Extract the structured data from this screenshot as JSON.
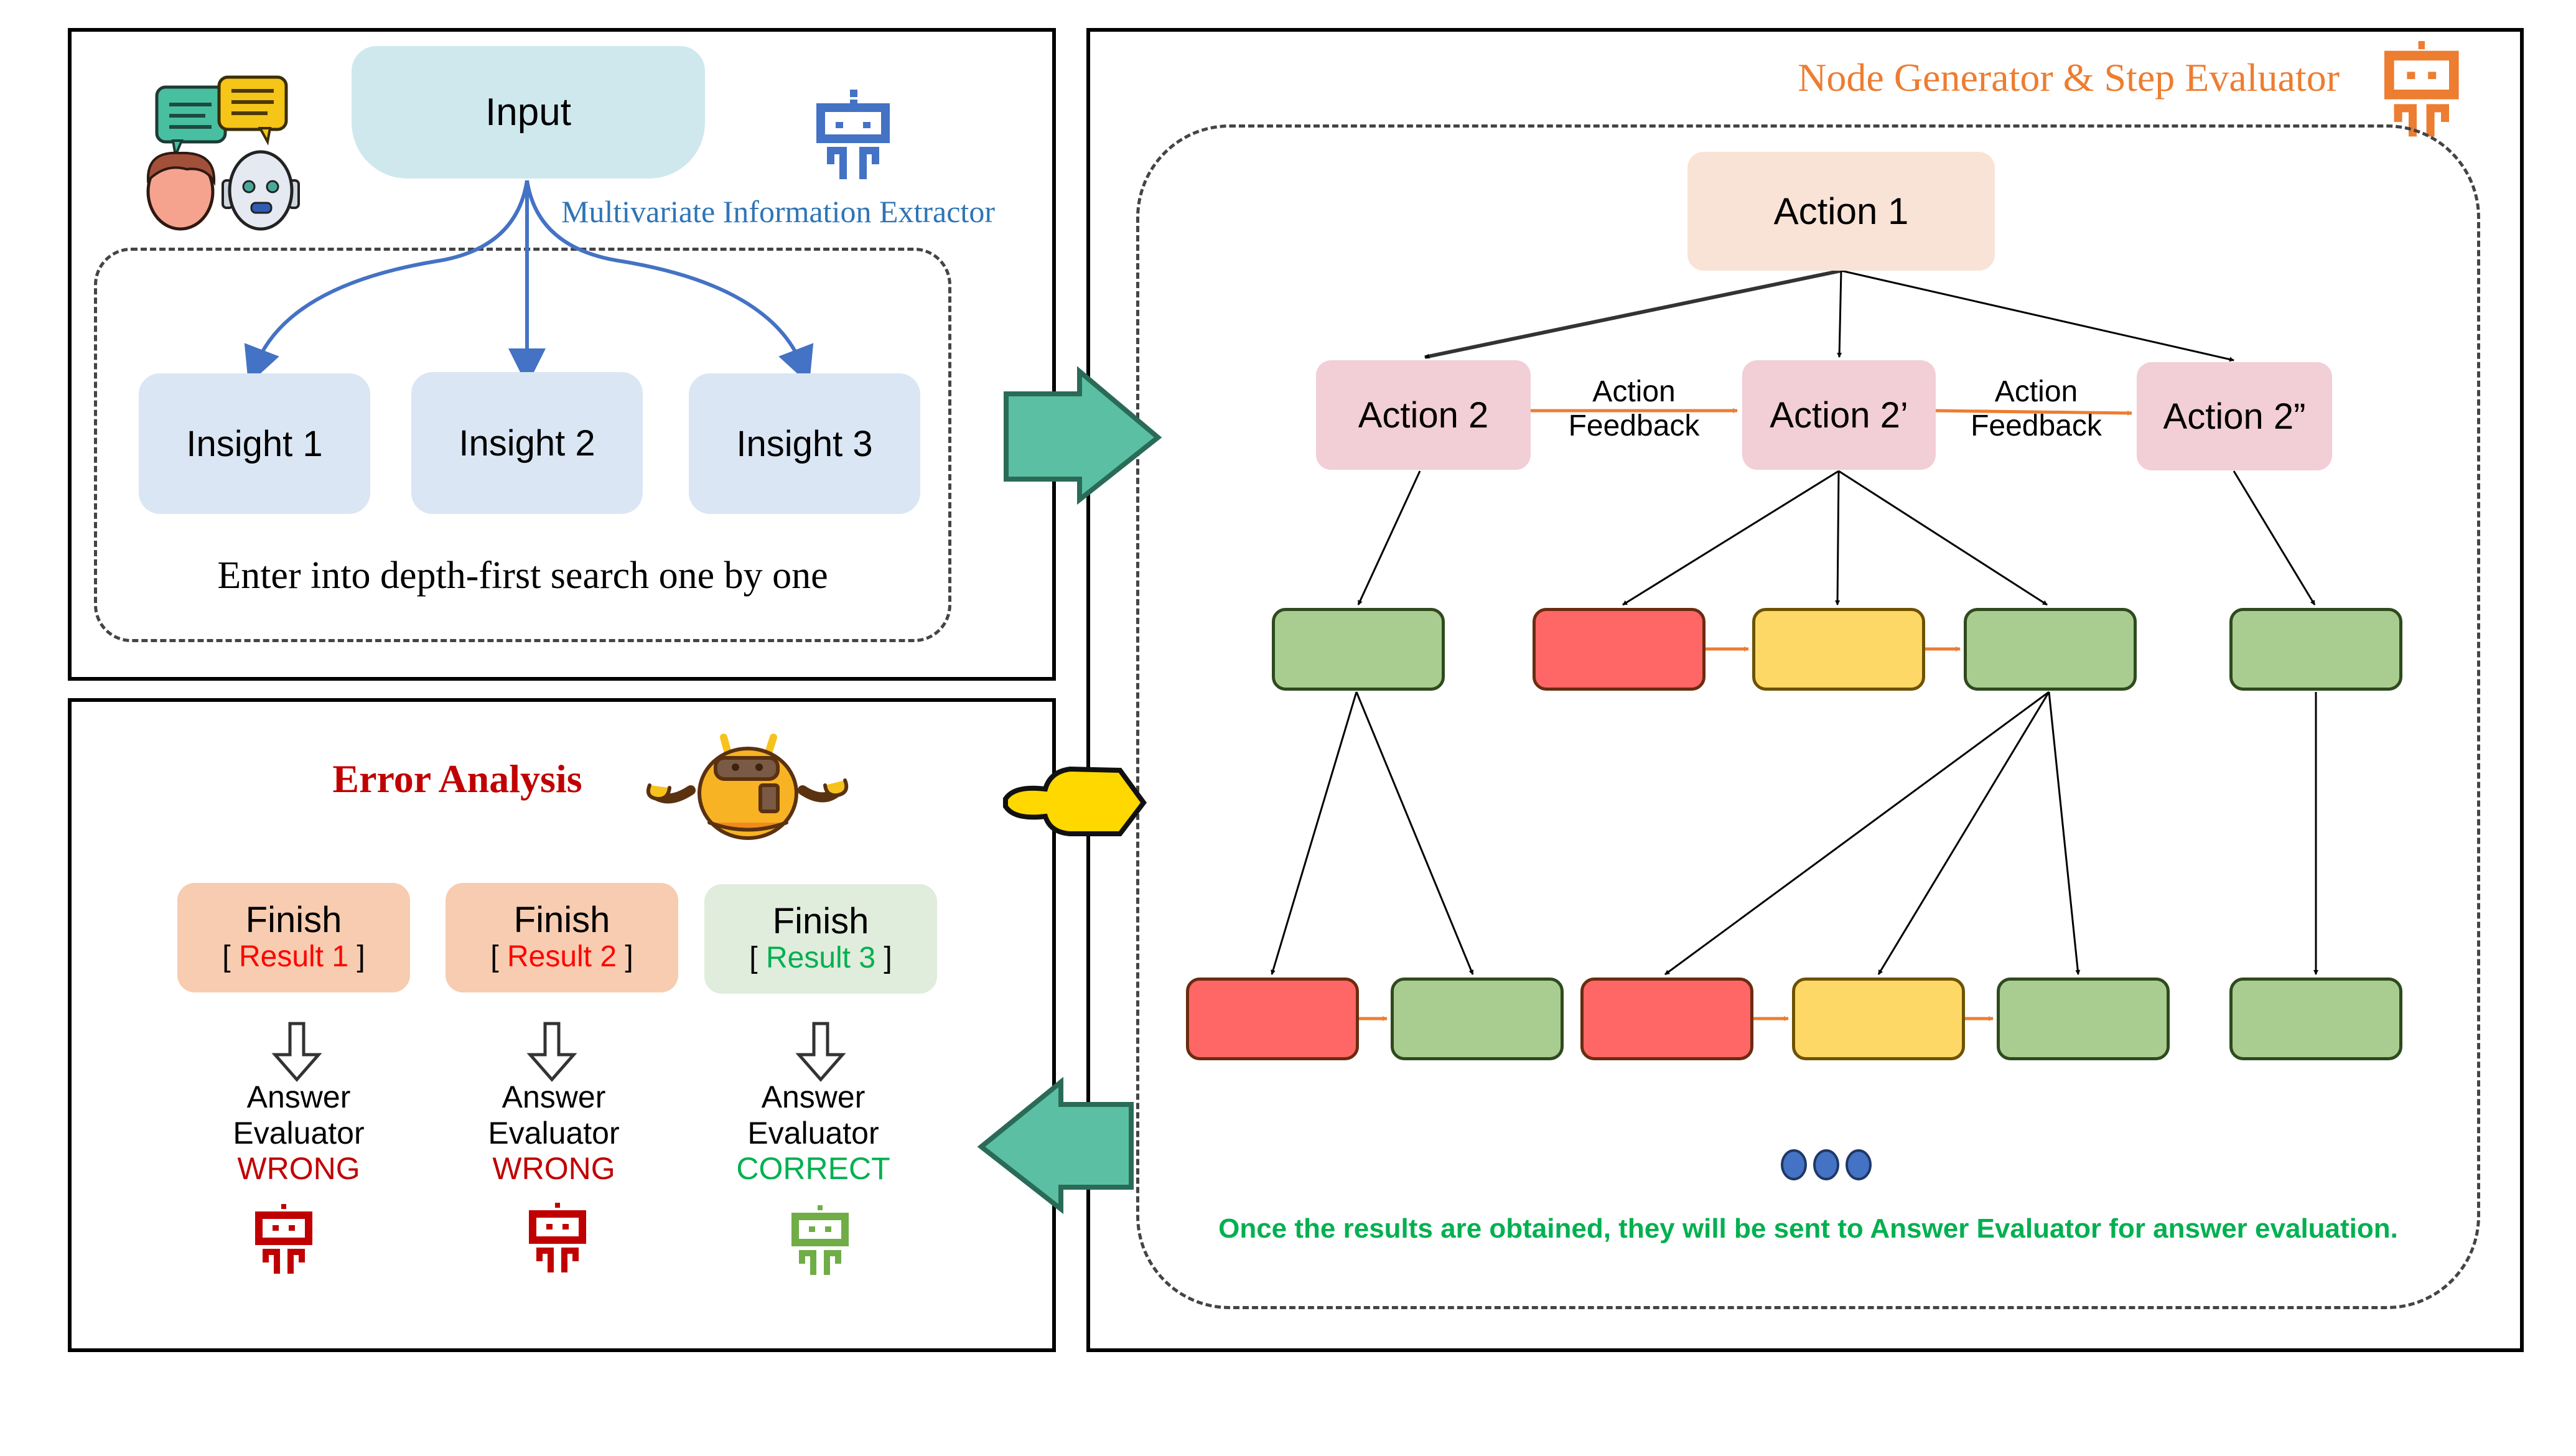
{
  "extractor_panel": {
    "input_label": "Input",
    "extractor_title": "Multivariate Information Extractor",
    "insights": [
      "Insight 1",
      "Insight 2",
      "Insight 3"
    ],
    "search_note": "Enter into depth-first search one by one",
    "icons": [
      "chat-bubbles-icon",
      "human-face-icon",
      "robot-face-icon",
      "robot-icon"
    ]
  },
  "error_panel": {
    "title": "Error Analysis",
    "results": [
      {
        "finish": "Finish",
        "result": "Result 1",
        "evaluator_line1": "Answer",
        "evaluator_line2": "Evaluator",
        "verdict": "WRONG",
        "status": "wrong"
      },
      {
        "finish": "Finish",
        "result": "Result 2",
        "evaluator_line1": "Answer",
        "evaluator_line2": "Evaluator",
        "verdict": "WRONG",
        "status": "wrong"
      },
      {
        "finish": "Finish",
        "result": "Result 3",
        "evaluator_line1": "Answer",
        "evaluator_line2": "Evaluator",
        "verdict": "CORRECT",
        "status": "correct"
      }
    ],
    "bracket_open": "[",
    "bracket_close": "]"
  },
  "tree_panel": {
    "title": "Node Generator & Step Evaluator",
    "root": "Action 1",
    "level2": [
      "Action 2",
      "Action 2’",
      "Action 2”"
    ],
    "edge_label_line1": "Action",
    "edge_label_line2": "Feedback",
    "level3_states": [
      "good",
      "bad",
      "partial",
      "good",
      "good"
    ],
    "level4_states": [
      "bad",
      "good",
      "bad",
      "partial",
      "good",
      "good"
    ],
    "ellipsis": "more-nodes",
    "footer_note": "Once the results are obtained, they will be sent to Answer Evaluator for answer evaluation."
  },
  "colors": {
    "input_fill": "#cfe8ee",
    "insight_fill": "#dae6f3",
    "action1_fill": "#f9e3d6",
    "action2_fill": "#f2ced6",
    "good_fill": "#a9cd91",
    "good_border": "#2f4a1e",
    "bad_fill": "#ff6666",
    "bad_border": "#6a2c10",
    "partial_fill": "#fdd866",
    "partial_border": "#6e5200",
    "finish_wrong_fill": "#f7ccb0",
    "finish_correct_fill": "#e0ecdc",
    "wrong_text": "#c00000",
    "result_wrong_text": "#ff0000",
    "correct_text": "#00b050",
    "extractor_blue": "#4472c4",
    "extractor_text": "#2e75b6",
    "orange": "#ed7d31",
    "teal_arrow": "#5bbfa3",
    "yellow_arrow": "#ffd800",
    "robot_green": "#70ad47",
    "error_title": "#c00000",
    "dots_blue": "#4472c4"
  }
}
